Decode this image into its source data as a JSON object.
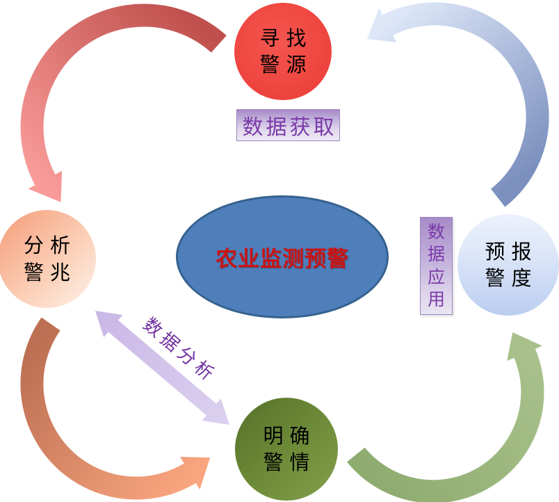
{
  "background": "#FFFFFF",
  "center": {
    "label": "农业监测预警",
    "fill": "#4E7FBB",
    "border_color": "#36618E",
    "text_color": "#C91414"
  },
  "nodes": {
    "source": {
      "line1": "寻找",
      "line2": "警源",
      "color": "#EE4440"
    },
    "sign": {
      "line1": "分析",
      "line2": "警兆",
      "color": "#F49B77"
    },
    "situation": {
      "line1": "明确",
      "line2": "警情",
      "color": "#6D8A38"
    },
    "degree": {
      "line1": "预报",
      "line2": "警度",
      "color": "#C6D5F2"
    }
  },
  "labels": {
    "acquisition": "数据获取",
    "application": "数据应用",
    "analysis": "数据分析",
    "label_text_color": "#7A3AA8"
  },
  "arrows": {
    "source_to_sign": {
      "from": "#C0504D",
      "to": "#F89B99"
    },
    "sign_to_situation": {
      "from": "#BC6F52",
      "to": "#F9A57F"
    },
    "situation_to_degree": {
      "from": "#8FAC70",
      "to": "#A8C18B"
    },
    "degree_to_source": {
      "from": "#7B90BE",
      "to": "#DDE7F8"
    },
    "analysis_link": {
      "from": "#C9B7E5",
      "to": "#DCD1F0"
    }
  }
}
